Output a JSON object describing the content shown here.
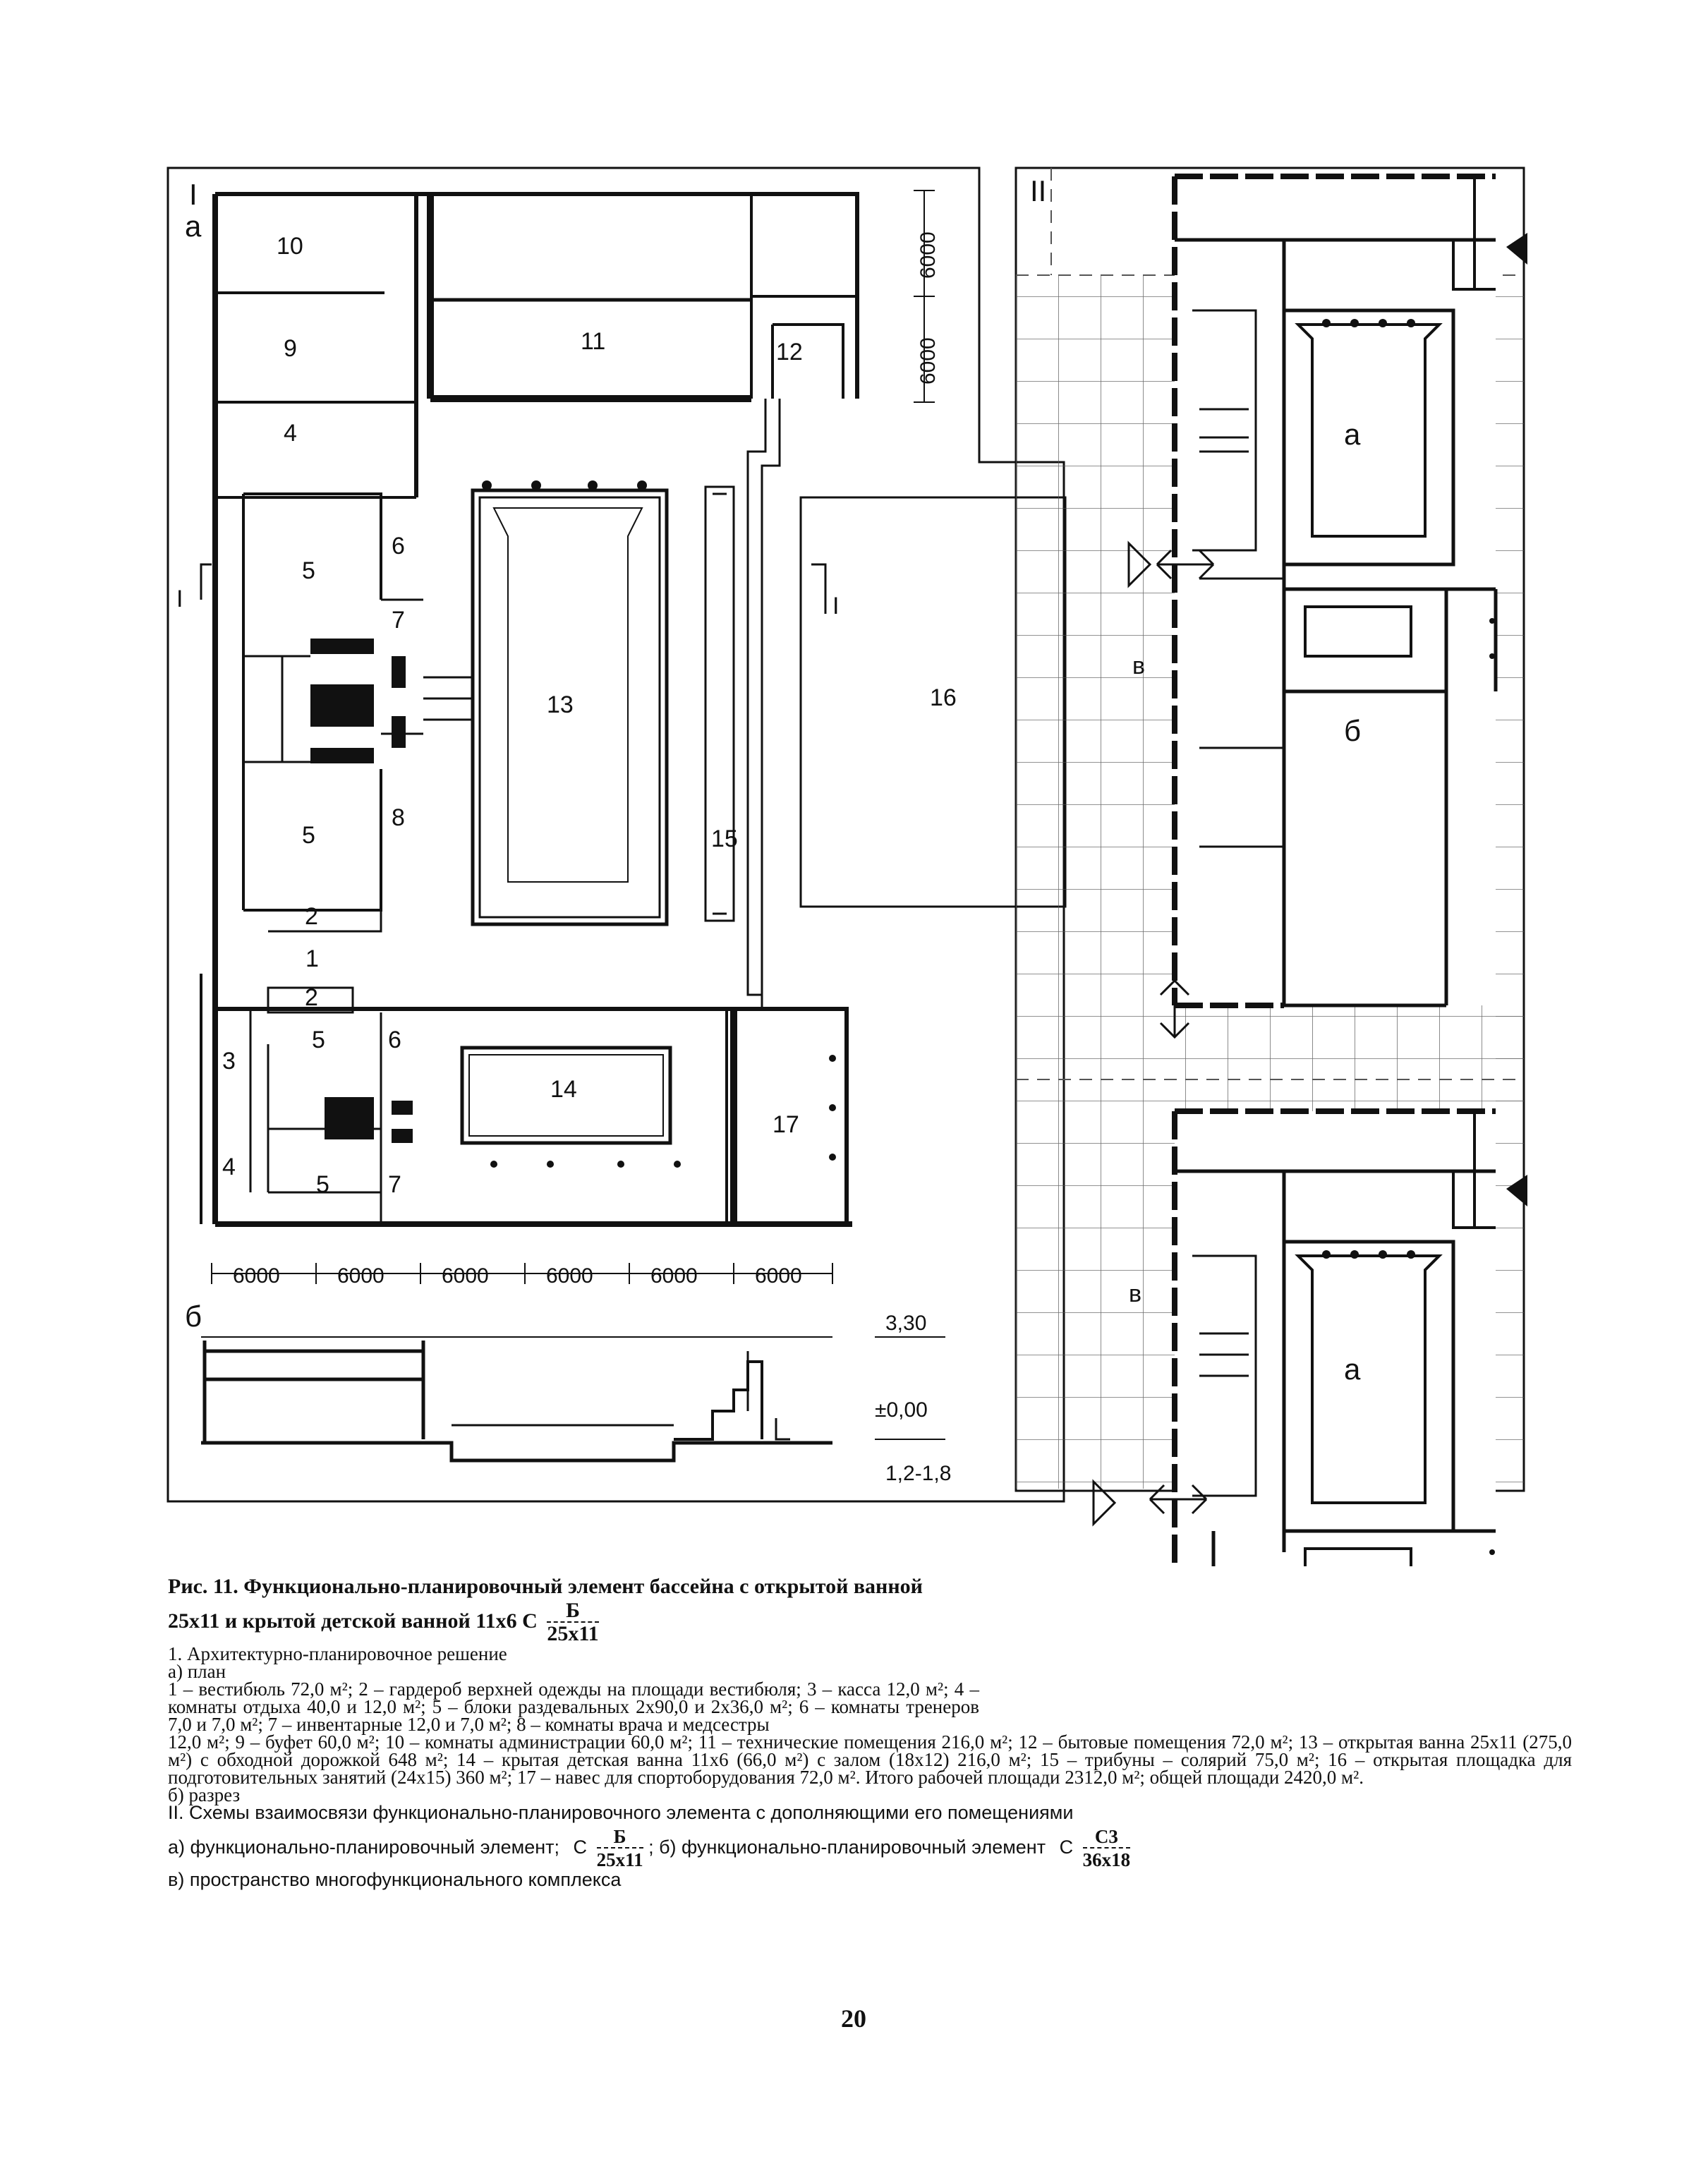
{
  "plan": {
    "panel1_label": "I",
    "subplan_a": "а",
    "subplan_b": "б",
    "section_marker": "I",
    "rooms": {
      "r1": "1",
      "r2a": "2",
      "r2b": "2",
      "r3": "3",
      "r4a": "4",
      "r4b": "4",
      "r5a": "5",
      "r5b": "5",
      "r5c": "5",
      "r5d": "5",
      "r6a": "6",
      "r6b": "6",
      "r7a": "7",
      "r7b": "7",
      "r8": "8",
      "r9": "9",
      "r10": "10",
      "r11": "11",
      "r12": "12",
      "r13": "13",
      "r14": "14",
      "r15": "15",
      "r16": "16",
      "r17": "17"
    },
    "dims_bottom": [
      "6000",
      "6000",
      "6000",
      "6000",
      "6000",
      "6000"
    ],
    "dims_right": [
      "6000",
      "6000"
    ],
    "levels": [
      "3,30",
      "±0,00",
      "1,2-1,8"
    ]
  },
  "schemes": {
    "panel2_label": "II",
    "zone_a": "а",
    "zone_b": "б",
    "zone_v": "в",
    "zone_a2": "а",
    "zone_v2": "в"
  },
  "caption": {
    "title_prefix": "Рис. 11. Функционально-планировочный элемент бассейна с открытой ванной 25х11 и крытой детской ванной 11х6 С",
    "title_frac_num": "Б",
    "title_frac_den": "25х11",
    "line_1": "1. Архитектурно-планировочное решение",
    "line_a": "а) план",
    "text_main_1": "1 – вестибюль 72,0 м²; 2 – гардероб верхней одежды на площади вестибюля; 3 – касса 12,0 м²; 4 – комнаты отдыха 40,0 и 12,0 м²; 5 – блоки раздевальных 2х90,0 и 2х36,0 м²; 6 – комнаты тренеров 7,0 и 7,0 м²; 7 – инвентарные 12,0 и 7,0 м²; 8 – комнаты врача и медсестры",
    "text_main_2": "12,0 м²; 9 – буфет 60,0 м²; 10 – комнаты администрации 60,0 м²; 11 – технические помещения 216,0 м²; 12 – бытовые помещения 72,0 м²; 13 – открытая ванна 25х11 (275,0 м²) с обходной дорожкой 648 м²; 14 – крытая детская ванна 11х6 (66,0 м²) с залом (18х12) 216,0 м²; 15 – трибуны – солярий 75,0 м²; 16 – открытая площадка для подготовительных занятий (24х15) 360 м²; 17 – навес для спортоборудования 72,0 м². Итого рабочей площади 2312,0 м²; общей площади 2420,0 м².",
    "line_b": "б) разрез",
    "line_II": "II. Схемы взаимосвязи функционально-планировочного элемента с дополняющими его помещениями",
    "scheme_a_text": "а) функционально-планировочный элемент;",
    "scheme_a_frac_num": "Б",
    "scheme_a_frac_den": "25х11",
    "scheme_b_text": "; б) функционально-планировочный элемент",
    "scheme_b_frac_num": "С3",
    "scheme_b_frac_den": "36х18",
    "scheme_c_text": "в) пространство многофункционального комплекса",
    "prefix_c": "С"
  },
  "page_number": "20"
}
